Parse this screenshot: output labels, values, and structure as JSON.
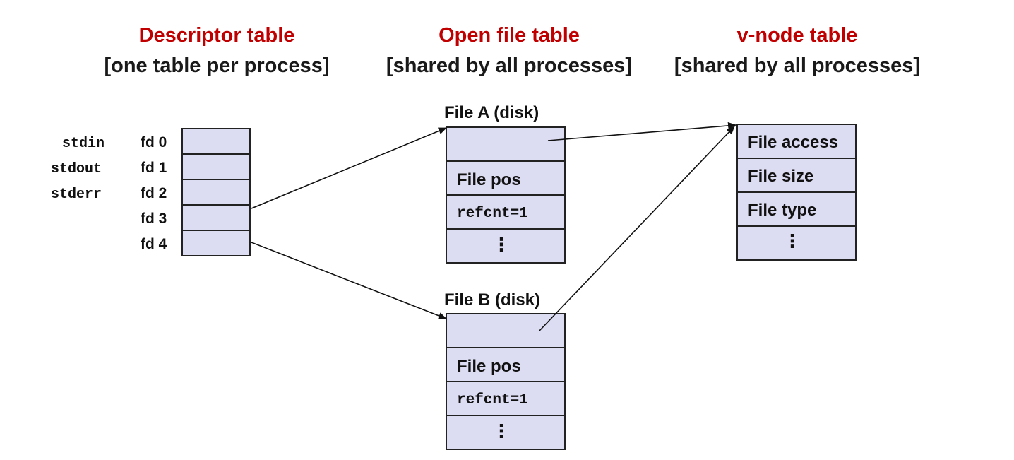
{
  "headings": {
    "descriptor": {
      "title": "Descriptor table",
      "subtitle": "[one table per process]"
    },
    "open_file": {
      "title": "Open file table",
      "subtitle": "[shared by all processes]"
    },
    "vnode": {
      "title": "v-node table",
      "subtitle": "[shared by all processes]"
    }
  },
  "descriptor_table": {
    "std_labels": [
      "stdin",
      "stdout",
      "stderr"
    ],
    "fd_labels": [
      "fd 0",
      "fd 1",
      "fd 2",
      "fd 3",
      "fd 4"
    ]
  },
  "file_a": {
    "label": "File A (disk)",
    "pos": "File pos",
    "refcnt": "refcnt=1",
    "more": "⋮"
  },
  "file_b": {
    "label": "File B (disk)",
    "pos": "File pos",
    "refcnt": "refcnt=1",
    "more": "⋮"
  },
  "vnode_table": {
    "access": "File access",
    "size": "File size",
    "type": "File type",
    "more": "⋮"
  },
  "colors": {
    "heading_red": "#c00000",
    "cell_fill": "#dcdcf2",
    "border": "#222222"
  }
}
